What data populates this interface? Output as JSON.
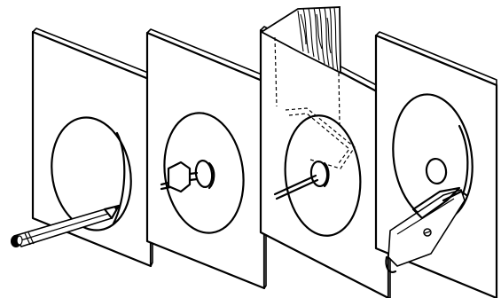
{
  "figure": {
    "description_visible_text": "",
    "colors": {
      "ink": "#000000",
      "paper": "#ffffff"
    },
    "panels": [
      {
        "id": 1,
        "content": "pencil"
      },
      {
        "id": 2,
        "content": "hexagonal-bolt-socket"
      },
      {
        "id": 3,
        "content": "rod-through-wood-edge"
      },
      {
        "id": 4,
        "content": "knife-blade"
      }
    ]
  }
}
